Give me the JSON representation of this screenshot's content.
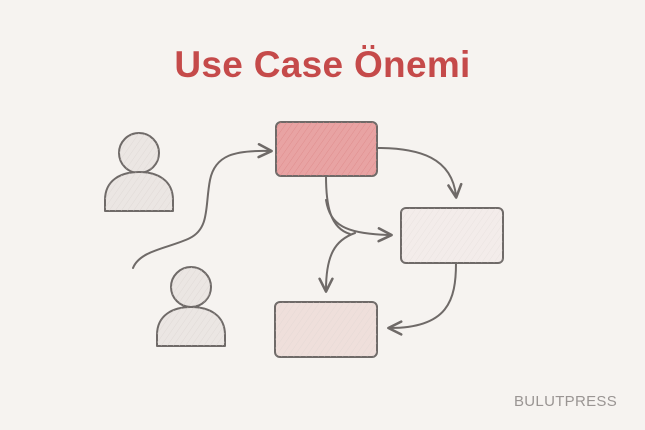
{
  "title": "Use Case Önemi",
  "watermark": "BULUTPRESS",
  "colors": {
    "background": "#f6f3f0",
    "title": "#c54a4a",
    "stroke": "#6f6a68",
    "box_highlight": "#e8a3a3",
    "box_plain": "#f3ecea",
    "box_tinted": "#efdfdb",
    "actor_fill": "#ebe6e3",
    "watermark": "#9a9593"
  },
  "diagram": {
    "actors": [
      {
        "name": "actor-upper"
      },
      {
        "name": "actor-lower"
      }
    ],
    "boxes": [
      {
        "name": "box-top",
        "style": "highlight"
      },
      {
        "name": "box-right",
        "style": "plain"
      },
      {
        "name": "box-bottom",
        "style": "tinted"
      }
    ]
  }
}
